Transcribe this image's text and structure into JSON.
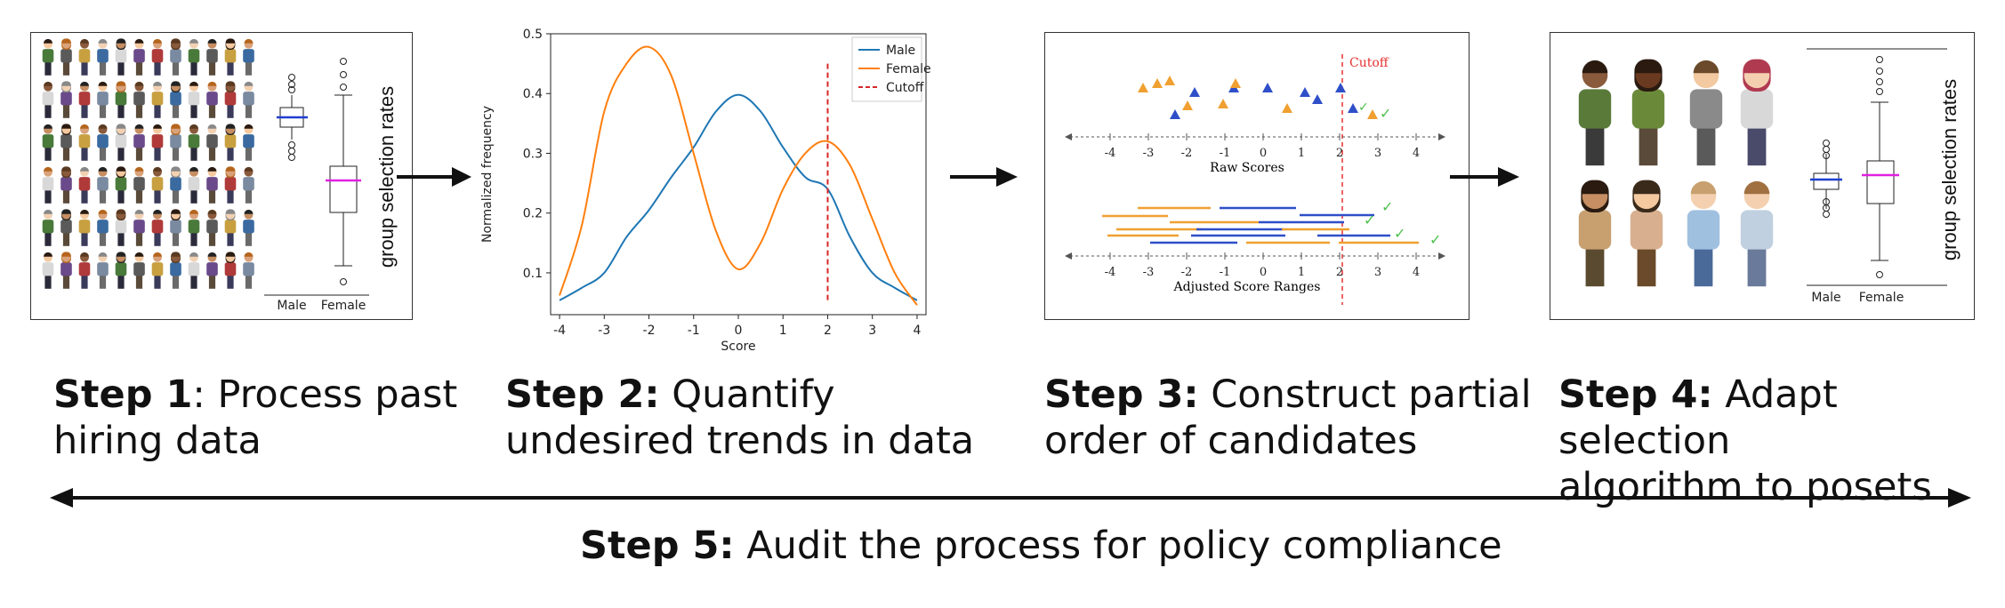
{
  "steps": [
    {
      "bold": "Step 1",
      "text": ": Process past",
      "text2": "hiring data"
    },
    {
      "bold": "Step 2:",
      "text": " Quantify",
      "text2": "undesired trends in data"
    },
    {
      "bold": "Step 3:",
      "text": " Construct partial",
      "text2": "order of candidates"
    },
    {
      "bold": "Step 4:",
      "text": " Adapt selection",
      "text2": "algorithm to posets"
    }
  ],
  "step5": {
    "bold": "Step 5:",
    "text": " Audit the process for policy compliance"
  },
  "panel1": {
    "ylabel": "group selection rates",
    "cat_male": "Male",
    "cat_female": "Female"
  },
  "panel4": {
    "ylabel": "group selection rates",
    "cat_male": "Male",
    "cat_female": "Female"
  },
  "panel3": {
    "cutoff_label": "Cutoff",
    "raw_label": "Raw Scores",
    "adj_label": "Adjusted Score Ranges",
    "ticks": [
      "-4",
      "-3",
      "-2",
      "-1",
      "0",
      "1",
      "2",
      "3",
      "4"
    ]
  },
  "chart_data": {
    "type": "line",
    "title": "",
    "xlabel": "Score",
    "ylabel": "Normalized frequency",
    "xlim": [
      -4.2,
      4.2
    ],
    "ylim": [
      0.03,
      0.5
    ],
    "xticks": [
      "-4",
      "-3",
      "-2",
      "-1",
      "0",
      "1",
      "2",
      "3",
      "4"
    ],
    "yticks": [
      "0.1",
      "0.2",
      "0.3",
      "0.4",
      "0.5"
    ],
    "legend_position": "top-right",
    "series": [
      {
        "name": "Male",
        "color": "#1f77b4",
        "x": [
          -4,
          -3.5,
          -3,
          -2.5,
          -2,
          -1.5,
          -1,
          -0.5,
          0,
          0.5,
          1,
          1.5,
          2,
          2.5,
          3,
          3.5,
          4
        ],
        "y": [
          0.054,
          0.075,
          0.1,
          0.16,
          0.205,
          0.26,
          0.31,
          0.37,
          0.398,
          0.37,
          0.31,
          0.26,
          0.24,
          0.16,
          0.1,
          0.075,
          0.054
        ]
      },
      {
        "name": "Female",
        "color": "#ff7f0e",
        "x": [
          -4,
          -3.5,
          -3,
          -2.5,
          -2,
          -1.5,
          -1,
          -0.5,
          0,
          0.5,
          1,
          1.5,
          2,
          2.5,
          3,
          3.5,
          4
        ],
        "y": [
          0.062,
          0.18,
          0.37,
          0.45,
          0.478,
          0.43,
          0.3,
          0.17,
          0.106,
          0.15,
          0.24,
          0.3,
          0.32,
          0.28,
          0.19,
          0.1,
          0.046
        ]
      }
    ],
    "cutoff": {
      "name": "Cutoff",
      "x": 2,
      "color": "#d62728"
    }
  }
}
